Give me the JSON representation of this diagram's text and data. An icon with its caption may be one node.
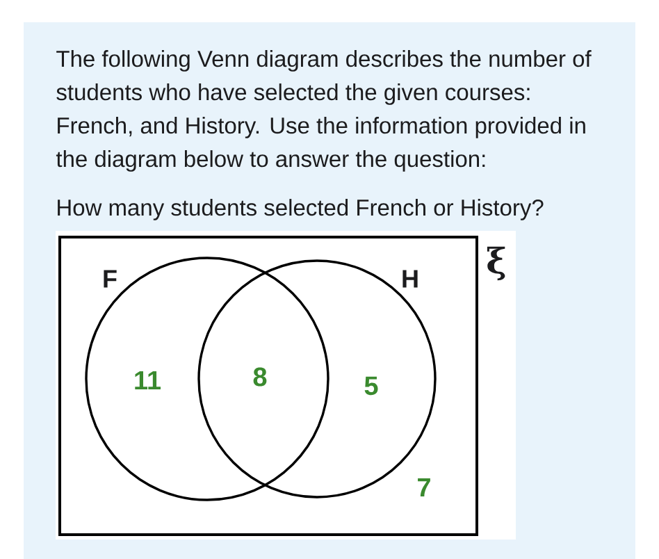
{
  "diagram": {
    "nodes": [
      {
        "text": [
          "ξ",
          "7"
        ]
      },
      {
        "text": [
          "F",
          "11"
        ],
        "in": 0
      },
      {
        "text": [
          "H",
          "5"
        ],
        "in": 0
      }
    ],
    "labels": [
      "The following Venn diagram describes the number of students who have selected the given courses: French, and History. Use the information provided in the diagram below to answer the question:",
      "How many students selected French or History?",
      "8"
    ]
  }
}
